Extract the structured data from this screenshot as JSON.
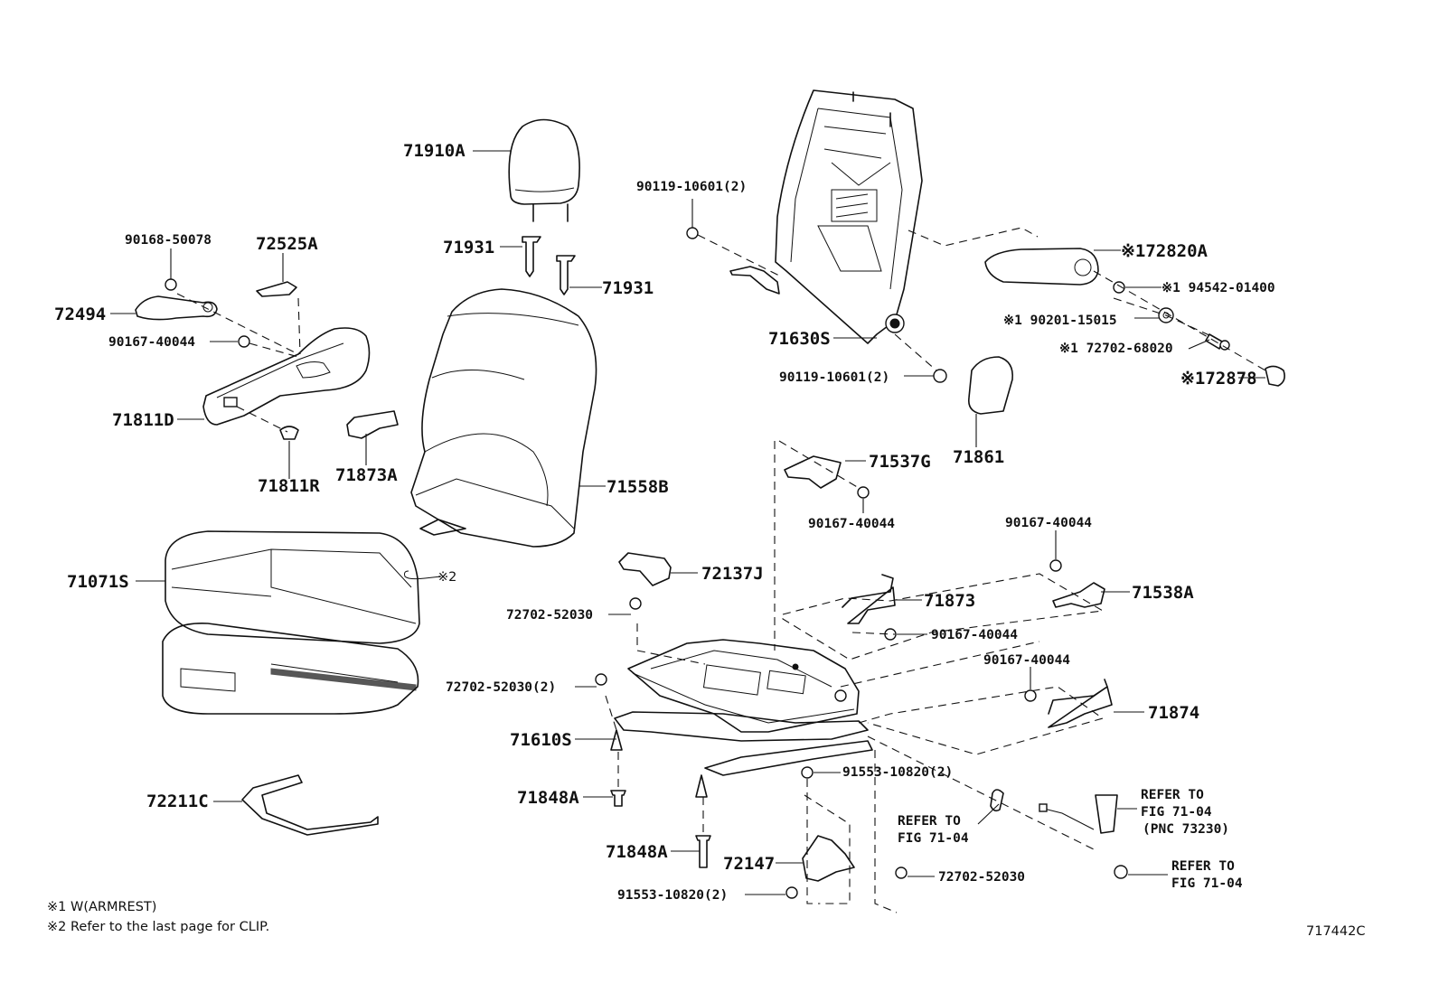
{
  "parts": {
    "p71910A": "71910A",
    "p71931_upper": "71931",
    "p71931_lower": "71931",
    "p90168_50078": "90168-50078",
    "p72525A": "72525A",
    "p72494": "72494",
    "p90167_40044_arm": "90167-40044",
    "p71811D": "71811D",
    "p71811R": "71811R",
    "p71873A": "71873A",
    "p71558B": "71558B",
    "p71071S": "71071S",
    "clip_note": "※2",
    "p72211C": "72211C",
    "p90119_10601_upper": "90119-10601(2)",
    "p90119_10601_lower": "90119-10601(2)",
    "p72820A": "※172820A",
    "p94542_01400": "※1 94542-01400",
    "p90201_15015": "※1 90201-15015",
    "p72702_68020": "※1 72702-68020",
    "p72878": "※172878",
    "p71630S": "71630S",
    "p71861": "71861",
    "p71537G": "71537G",
    "p90167_40044_a": "90167-40044",
    "p72137J": "72137J",
    "p72702_52030_a": "72702-52030",
    "p72702_52030_2": "72702-52030(2)",
    "p71873": "71873",
    "p90167_40044_b": "90167-40044",
    "p90167_40044_c": "90167-40044",
    "p71538A": "71538A",
    "p90167_40044_d": "90167-40044",
    "p71874": "71874",
    "p71610S": "71610S",
    "p71848A_a": "71848A",
    "p71848A_b": "71848A",
    "p91553_10820_a": "91553-10820(2)",
    "p72147": "72147",
    "p91553_10820_b": "91553-10820(2)",
    "p72702_52030_b": "72702-52030",
    "ref1_l1": "REFER TO",
    "ref1_l2": "FIG 71-04",
    "ref2_l1": "REFER TO",
    "ref2_l2": "FIG 71-04",
    "ref2_l3": "(PNC 73230)",
    "ref3_l1": "REFER TO",
    "ref3_l2": "FIG 71-04"
  },
  "notes": {
    "note1": "※1 W(ARMREST)",
    "note2": "※2 Refer to the last page for CLIP."
  },
  "figure_id": "717442C"
}
